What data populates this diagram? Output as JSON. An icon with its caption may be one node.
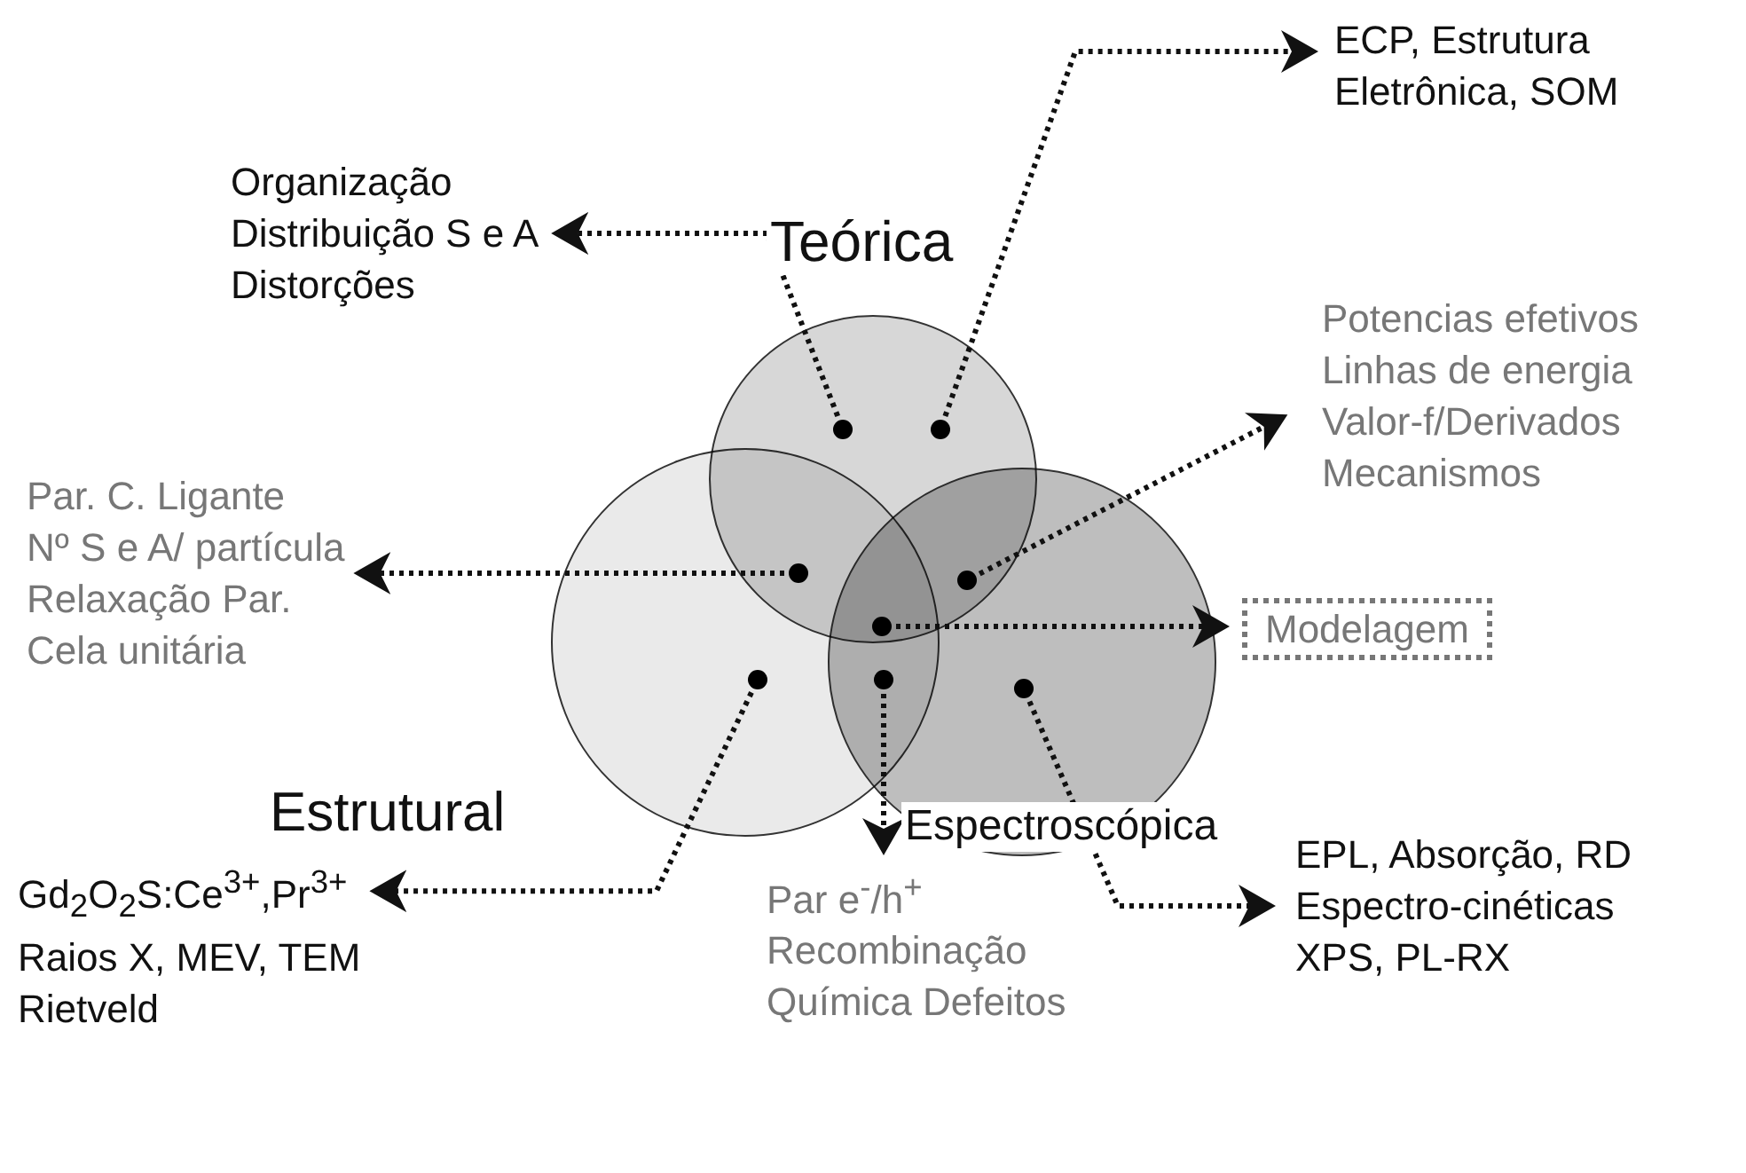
{
  "diagram": {
    "nodes": [
      {
        "text": [
          "Teórica"
        ]
      },
      {
        "text": [
          "Estrutural"
        ]
      },
      {
        "text": [
          "Espectroscópica"
        ]
      },
      {
        "text": [],
        "shape": "circle",
        "in": 0
      },
      {
        "text": [],
        "shape": "circle",
        "in": 0
      },
      {
        "text": [],
        "shape": "circle"
      },
      {
        "text": [],
        "shape": "circle"
      },
      {
        "text": [],
        "shape": "circle"
      },
      {
        "text": [],
        "shape": "circle",
        "in": 1
      },
      {
        "text": [],
        "shape": "circle"
      },
      {
        "text": [],
        "shape": "circle",
        "in": 2
      },
      {
        "text": [
          "Organização",
          "Distribuição S e A",
          "Distorções"
        ]
      },
      {
        "text": [
          "ECP, Estrutura",
          "Eletrônica, SOM"
        ]
      },
      {
        "text": [
          "Potencias efetivos",
          "Linhas de energia",
          "Valor-f/Derivados",
          "Mecanismos"
        ]
      },
      {
        "text": [
          "Par. C. Ligante",
          "Nº S e A/ partícula",
          "Relaxação Par.",
          "Cela unitária"
        ]
      },
      {
        "text": [
          "Modelagem"
        ]
      },
      {
        "text": [
          "Gd$_{2}$O$_{2}$S:Ce$^{3+}$,Pr$^{3+}$",
          "Raios X, MEV, TEM",
          "Rietveld"
        ]
      },
      {
        "text": [
          "Par e$^{-}$/h$^{+}$",
          "Recombinação",
          "Química Defeitos"
        ]
      },
      {
        "text": [
          "EPL, Absorção, RD",
          "Espectro-cinéticas",
          "XPS, PL-RX"
        ]
      }
    ],
    "edges": [
      {
        "from": 3,
        "to": 11,
        "arrow": "to"
      },
      {
        "from": 4,
        "to": 12,
        "arrow": "to"
      },
      {
        "from": 6,
        "to": 13,
        "arrow": "to"
      },
      {
        "from": 5,
        "to": 14,
        "arrow": "to"
      },
      {
        "from": 7,
        "to": 15,
        "arrow": "to"
      },
      {
        "from": 8,
        "to": 16,
        "arrow": "to"
      },
      {
        "from": 9,
        "to": 17,
        "arrow": "to"
      },
      {
        "from": 10,
        "to": 18,
        "arrow": "to"
      }
    ]
  }
}
